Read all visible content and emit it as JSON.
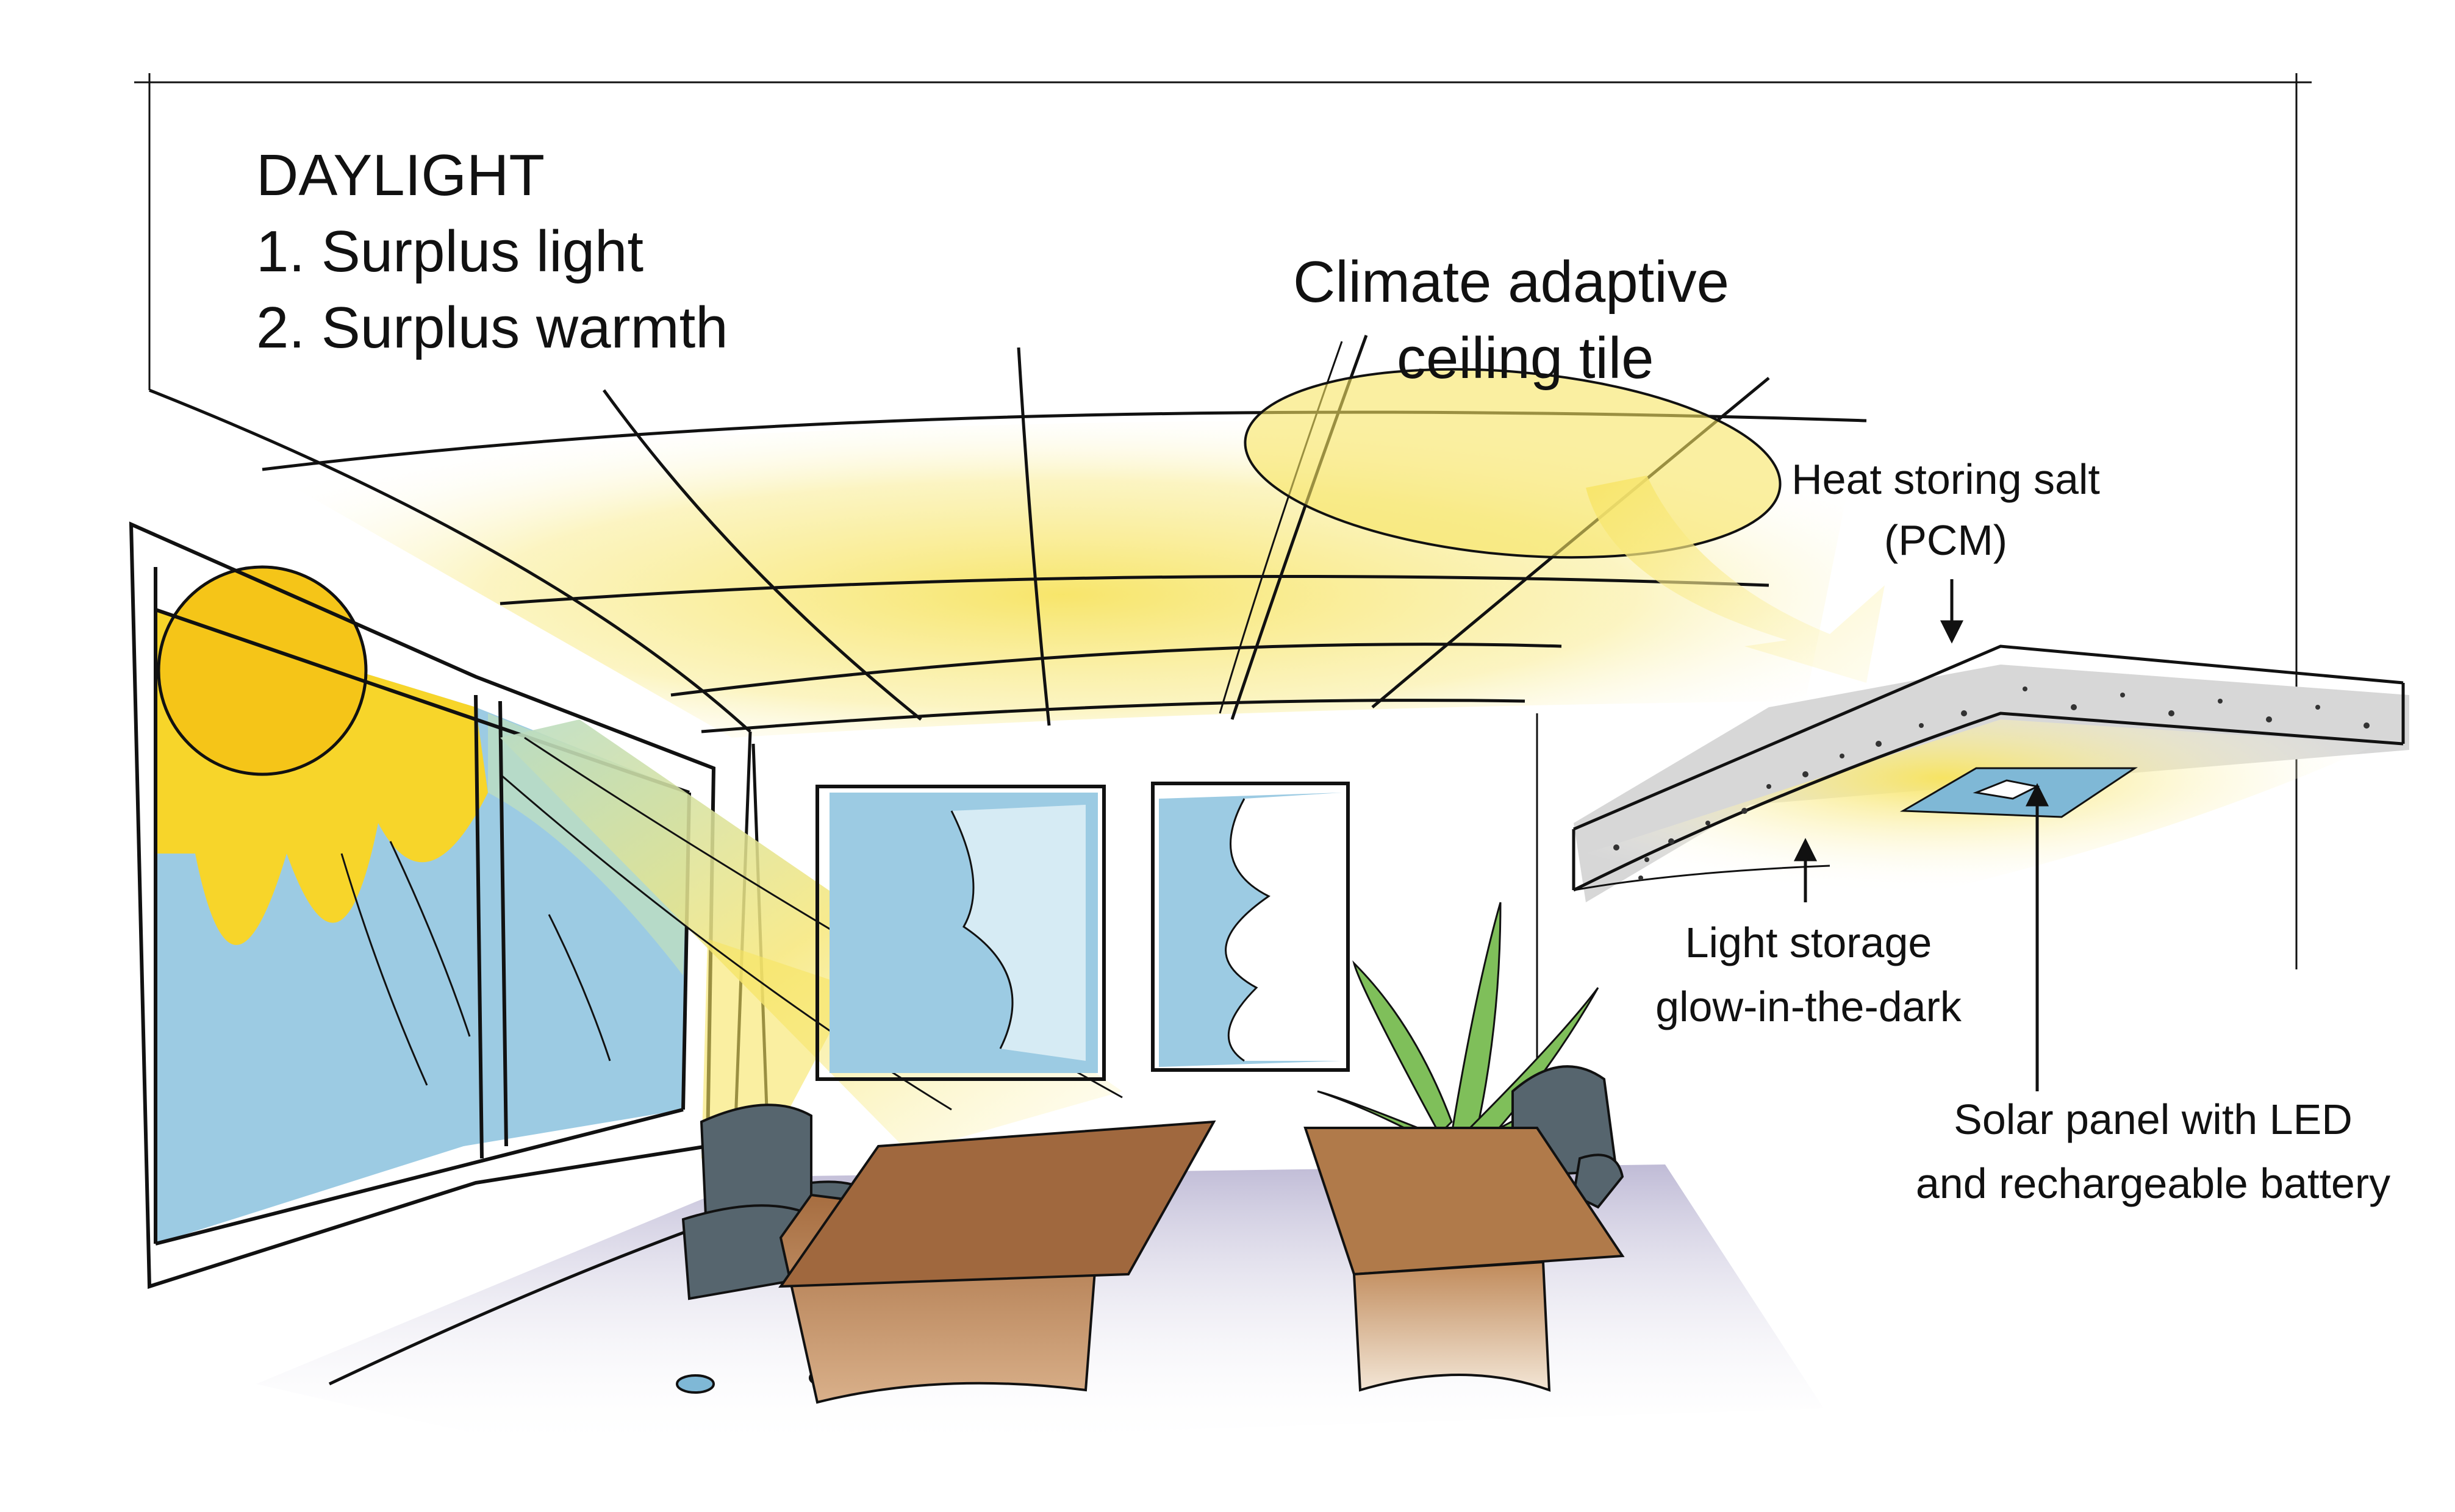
{
  "labels": {
    "daylight_title": "DAYLIGHT",
    "daylight_item_1": "1. Surplus light",
    "daylight_item_2": "2. Surplus warmth",
    "tile_label_line1": "Climate adaptive",
    "tile_label_line2": "ceiling tile",
    "pcm_line1": "Heat storing salt",
    "pcm_line2": "(PCM)",
    "light_storage_line1": "Light storage",
    "light_storage_line2": "glow-in-the-dark",
    "solar_line1": "Solar panel with LED",
    "solar_line2": "and rechargeable battery"
  },
  "colors": {
    "sun": "#f7d52a",
    "sun_core": "#f5c518",
    "glow": "#f9ec8a",
    "sky": "#9ccbe3",
    "sky_light": "#d6ebf4",
    "chair": "#56656e",
    "table_top": "#a0683e",
    "table_base": "#c08a5a",
    "floor": "#c9c5dc",
    "tile_grey": "#d7d7d7",
    "panel_blue": "#7fb8d6",
    "plant": "#7fbf5a",
    "ink": "#111111"
  }
}
